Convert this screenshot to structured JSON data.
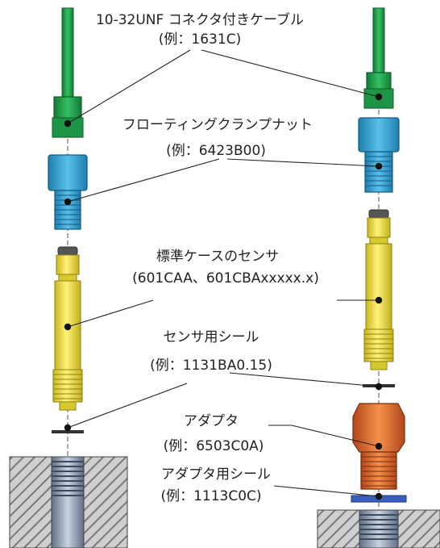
{
  "colors": {
    "cable_green": "#1f9e4a",
    "nut_blue": "#3aa7d6",
    "sensor_yellow": "#f2e64a",
    "adapter_orange": "#e06a28",
    "seal_blue": "#3a5fc0",
    "hatch_gray": "#8e8e8e",
    "line_dark": "#222222"
  },
  "labels": {
    "cable": {
      "line1": "10-32UNF コネクタ付きケーブル",
      "line2": "(例：1631C)"
    },
    "nut": {
      "line1": "フローティングクランプナット",
      "line2": "(例：6423B00)"
    },
    "sensor": {
      "line1": "標準ケースのセンサ",
      "line2": "(601CAA、601CBAxxxxx.x)"
    },
    "sensor_seal": {
      "line1": "センサ用シール",
      "line2": "(例：1131BA0.15)"
    },
    "adapter": {
      "line1": "アダプタ",
      "line2": "(例：6503C0A)"
    },
    "adapter_seal": {
      "line1": "アダプタ用シール",
      "line2": "(例：1113C0C)"
    }
  }
}
